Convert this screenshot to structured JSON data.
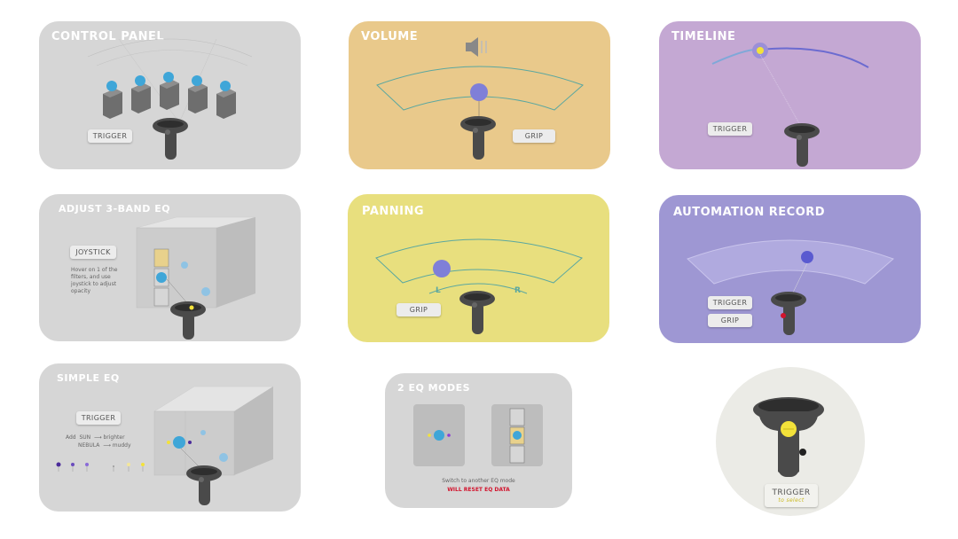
{
  "cards": {
    "control_panel": {
      "title": "CONTROL PANEL",
      "button": "TRIGGER"
    },
    "volume": {
      "title": "VOLUME",
      "button": "GRIP"
    },
    "timeline": {
      "title": "TIMELINE",
      "button": "TRIGGER"
    },
    "adjust_eq": {
      "title": "ADJUST 3-BAND EQ",
      "button": "JOYSTICK",
      "note": [
        "Hover on 1 of the",
        "filters, and use",
        "joystick to adjust",
        "opacity"
      ]
    },
    "panning": {
      "title": "PANNING",
      "button": "GRIP",
      "left_label": "L",
      "right_label": "R"
    },
    "automation": {
      "title": "AUTOMATION RECORD",
      "button_1": "TRIGGER",
      "button_2": "GRIP"
    },
    "simple_eq": {
      "title": "SIMPLE EQ",
      "button": "TRIGGER",
      "add_label": "Add",
      "sun_label": "SUN",
      "sun_result": "brighter",
      "nebula_label": "NEBULA",
      "nebula_result": "muddy"
    },
    "eq_modes": {
      "title": "2 EQ MODES",
      "caption": "Switch to another EQ mode",
      "warning": "WILL RESET EQ DATA"
    },
    "trigger_detail": {
      "label": "TRIGGER",
      "sublabel": "to select"
    }
  },
  "colors": {
    "gray_card": "#d6d6d6",
    "volume_card": "#e9c98b",
    "timeline_card": "#c4a8d3",
    "panning_card": "#e8df7e",
    "automation_card": "#9e97d3",
    "trigger_circle": "#ebebe6",
    "controller": "#4a4a4a",
    "teal_line": "#5aa7a0",
    "accent_yellow": "#f3e23a",
    "warning_red": "#d2142d"
  }
}
